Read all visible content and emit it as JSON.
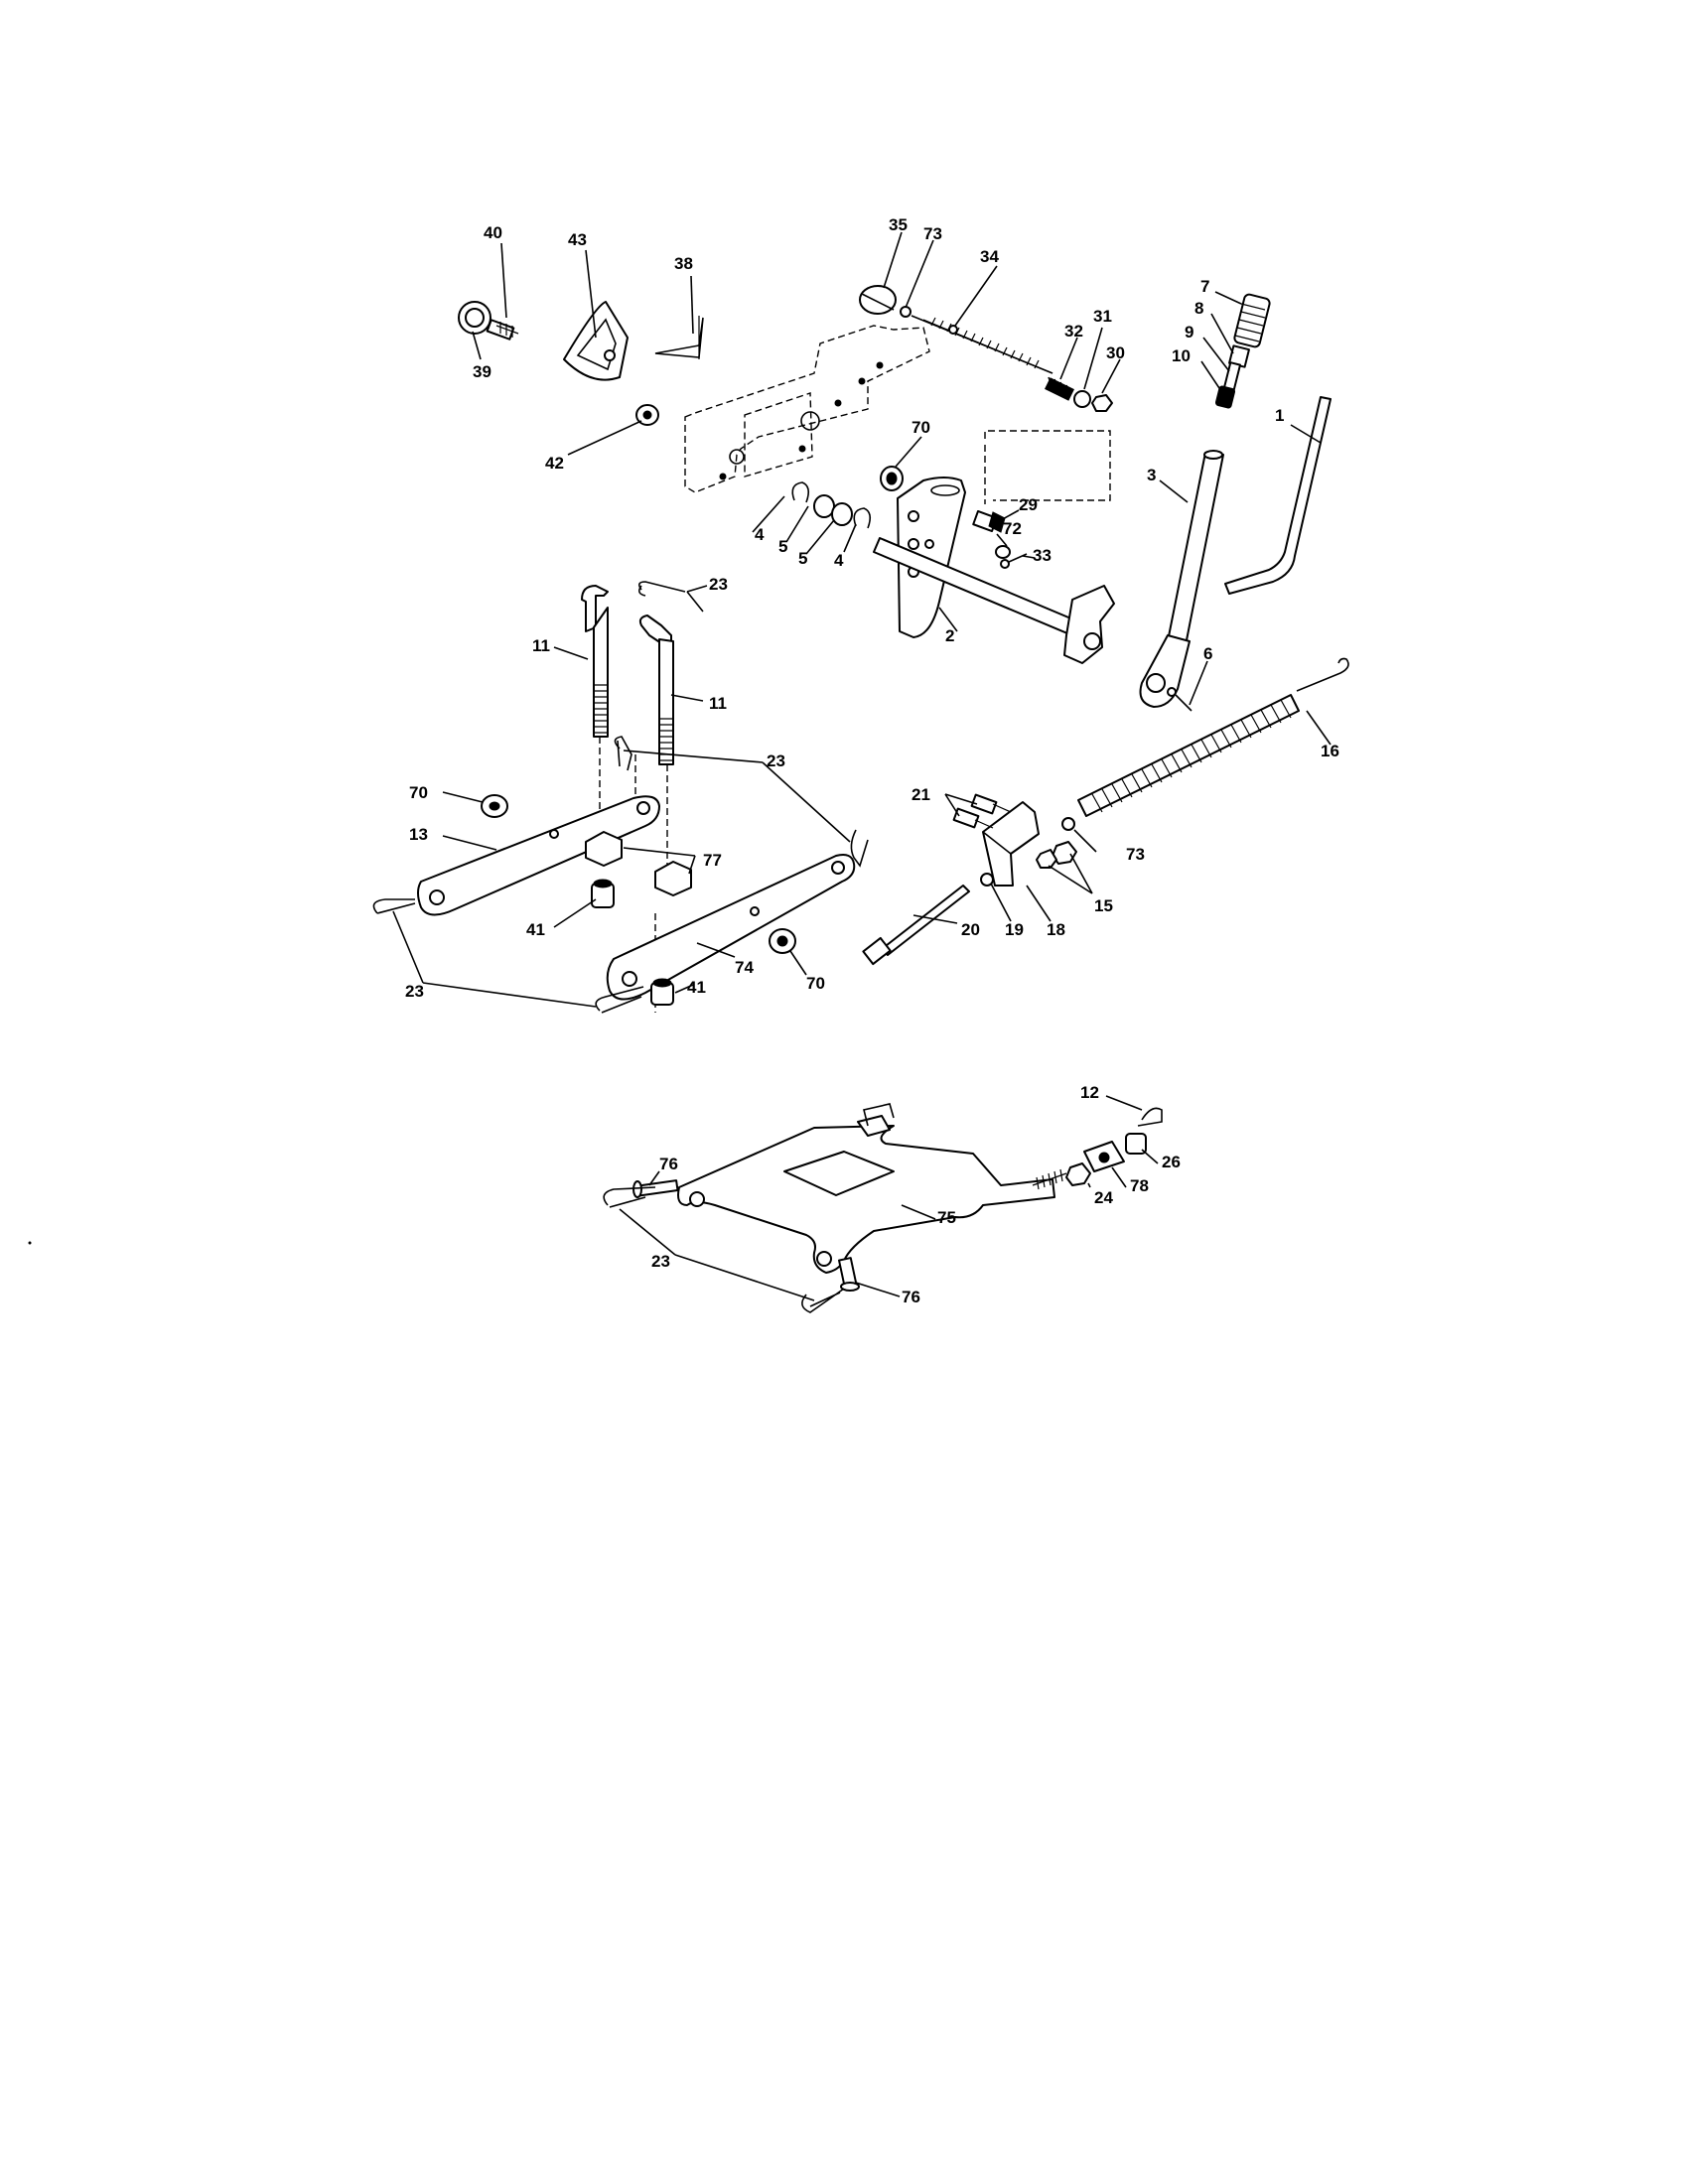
{
  "labels": {
    "40": "40",
    "43": "43",
    "38": "38",
    "39": "39",
    "42": "42",
    "35": "35",
    "73": "73",
    "34": "34",
    "7": "7",
    "8": "8",
    "9": "9",
    "10": "10",
    "32": "32",
    "31": "31",
    "30": "30",
    "1": "1",
    "3": "3",
    "70": "70",
    "29": "29",
    "72": "72",
    "33": "33",
    "4": "4",
    "5": "5",
    "2": "2",
    "6": "6",
    "16": "16",
    "23": "23",
    "11": "11",
    "13": "13",
    "77": "77",
    "41": "41",
    "74": "74",
    "21": "21",
    "18": "18",
    "19": "19",
    "20": "20",
    "15": "15",
    "12": "12",
    "26": "26",
    "78": "78",
    "24": "24",
    "76": "76",
    "75": "75"
  }
}
